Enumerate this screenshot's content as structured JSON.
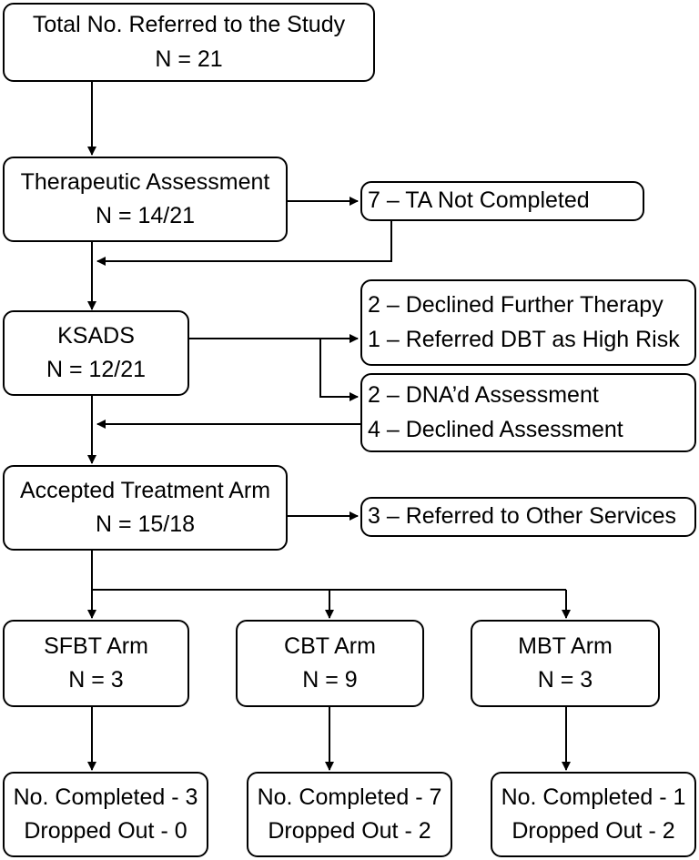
{
  "referred": {
    "title": "Total No. Referred to the Study",
    "count": "N = 21"
  },
  "assessment": {
    "title": "Therapeutic Assessment",
    "count": "N = 14/21"
  },
  "ta_not_completed": {
    "text": "7 – TA Not Completed"
  },
  "ksads": {
    "title": "KSADS",
    "count": "N = 12/21"
  },
  "ksads_outcomes": {
    "declined_therapy": "2 – Declined Further Therapy",
    "referred_dbt": "1 – Referred DBT as High Risk"
  },
  "assessment_outcomes": {
    "dna": "2 – DNA’d Assessment",
    "declined": "4 – Declined Assessment"
  },
  "accepted": {
    "title": "Accepted Treatment Arm",
    "count": "N = 15/18"
  },
  "referred_other": {
    "text": "3 – Referred to Other Services"
  },
  "arms": [
    {
      "title": "SFBT Arm",
      "count": "N = 3",
      "completed": "No. Completed - 3",
      "dropped": "Dropped Out - 0"
    },
    {
      "title": "CBT Arm",
      "count": "N = 9",
      "completed": "No. Completed - 7",
      "dropped": "Dropped Out - 2"
    },
    {
      "title": "MBT Arm",
      "count": "N = 3",
      "completed": "No. Completed - 1",
      "dropped": "Dropped Out - 2"
    }
  ]
}
